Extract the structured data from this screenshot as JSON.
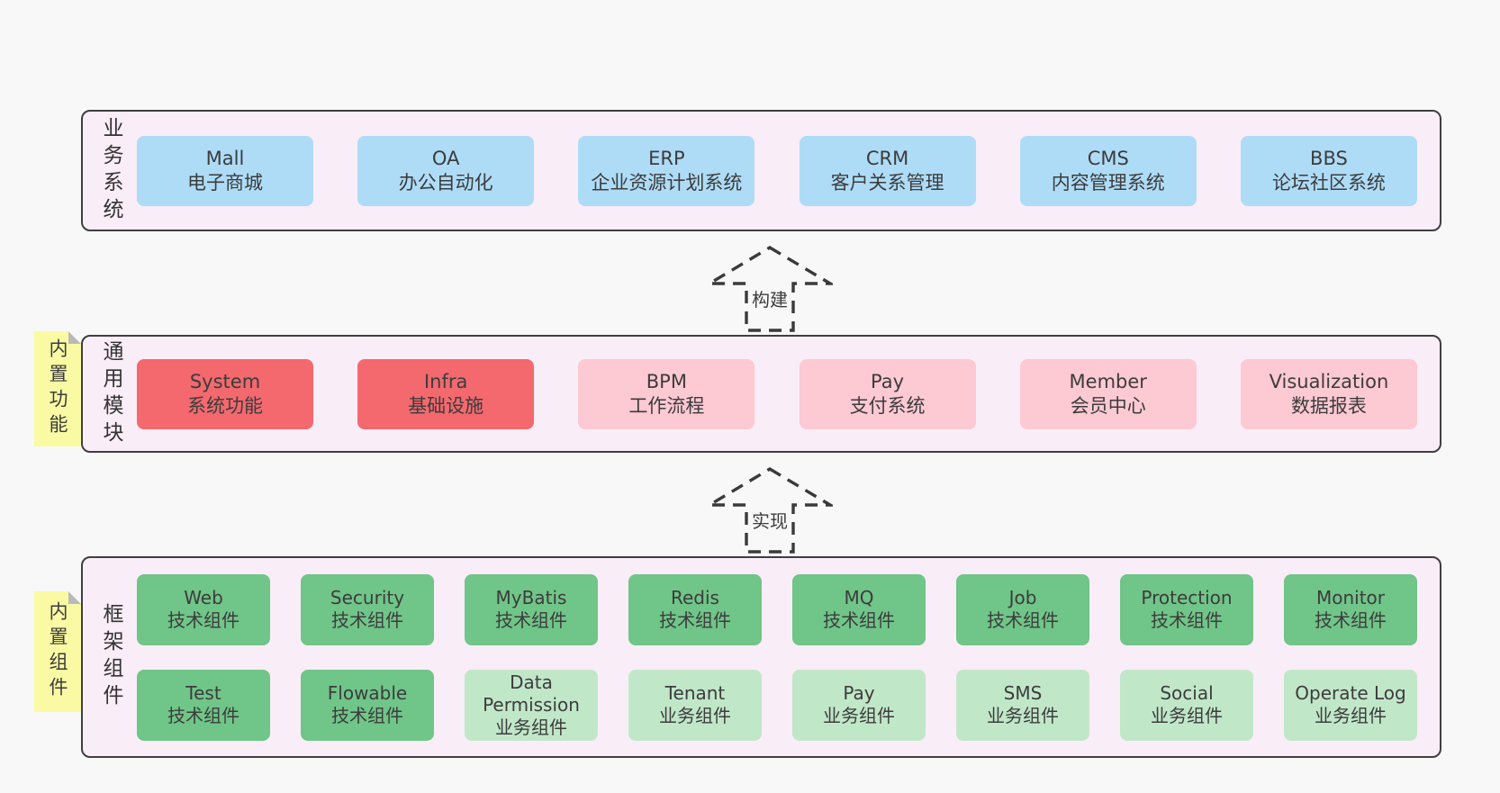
{
  "colors": {
    "blue": "#aedcf7",
    "red": "#f3696e",
    "pink": "#fdc9d3",
    "green": "#70c588",
    "lightgreen": "#c1e7c9",
    "band_bg": "#f9edf7",
    "band_border": "#3f3f3f",
    "sticky": "#fafaa4",
    "fold": "#b9b9b9",
    "text": "#3c3c3c",
    "arrow": "#3a3a3a",
    "page_bg": "#f8f8f8"
  },
  "bands": [
    {
      "label": "业务系统",
      "boxes": [
        {
          "title": "Mall",
          "subtitle": "电子商城",
          "variant": "blue"
        },
        {
          "title": "OA",
          "subtitle": "办公自动化",
          "variant": "blue"
        },
        {
          "title": "ERP",
          "subtitle": "企业资源计划系统",
          "variant": "blue"
        },
        {
          "title": "CRM",
          "subtitle": "客户关系管理",
          "variant": "blue"
        },
        {
          "title": "CMS",
          "subtitle": "内容管理系统",
          "variant": "blue"
        },
        {
          "title": "BBS",
          "subtitle": "论坛社区系统",
          "variant": "blue"
        }
      ]
    },
    {
      "label": "通用模块",
      "sticky": "内置功能",
      "boxes": [
        {
          "title": "System",
          "subtitle": "系统功能",
          "variant": "red"
        },
        {
          "title": "Infra",
          "subtitle": "基础设施",
          "variant": "red"
        },
        {
          "title": "BPM",
          "subtitle": "工作流程",
          "variant": "pink"
        },
        {
          "title": "Pay",
          "subtitle": "支付系统",
          "variant": "pink"
        },
        {
          "title": "Member",
          "subtitle": "会员中心",
          "variant": "pink"
        },
        {
          "title": "Visualization",
          "subtitle": "数据报表",
          "variant": "pink"
        }
      ]
    },
    {
      "label": "框架组件",
      "sticky": "内置组件",
      "rows": [
        [
          {
            "title": "Web",
            "subtitle": "技术组件",
            "variant": "green"
          },
          {
            "title": "Security",
            "subtitle": "技术组件",
            "variant": "green"
          },
          {
            "title": "MyBatis",
            "subtitle": "技术组件",
            "variant": "green"
          },
          {
            "title": "Redis",
            "subtitle": "技术组件",
            "variant": "green"
          },
          {
            "title": "MQ",
            "subtitle": "技术组件",
            "variant": "green"
          },
          {
            "title": "Job",
            "subtitle": "技术组件",
            "variant": "green"
          },
          {
            "title": "Protection",
            "subtitle": "技术组件",
            "variant": "green"
          },
          {
            "title": "Monitor",
            "subtitle": "技术组件",
            "variant": "green"
          }
        ],
        [
          {
            "title": "Test",
            "subtitle": "技术组件",
            "variant": "green"
          },
          {
            "title": "Flowable",
            "subtitle": "技术组件",
            "variant": "green"
          },
          {
            "title": "Data Permission",
            "subtitle": "业务组件",
            "variant": "lightgreen"
          },
          {
            "title": "Tenant",
            "subtitle": "业务组件",
            "variant": "lightgreen"
          },
          {
            "title": "Pay",
            "subtitle": "业务组件",
            "variant": "lightgreen"
          },
          {
            "title": "SMS",
            "subtitle": "业务组件",
            "variant": "lightgreen"
          },
          {
            "title": "Social",
            "subtitle": "业务组件",
            "variant": "lightgreen"
          },
          {
            "title": "Operate Log",
            "subtitle": "业务组件",
            "variant": "lightgreen"
          }
        ]
      ]
    }
  ],
  "arrows": [
    {
      "label": "构建"
    },
    {
      "label": "实现"
    }
  ]
}
